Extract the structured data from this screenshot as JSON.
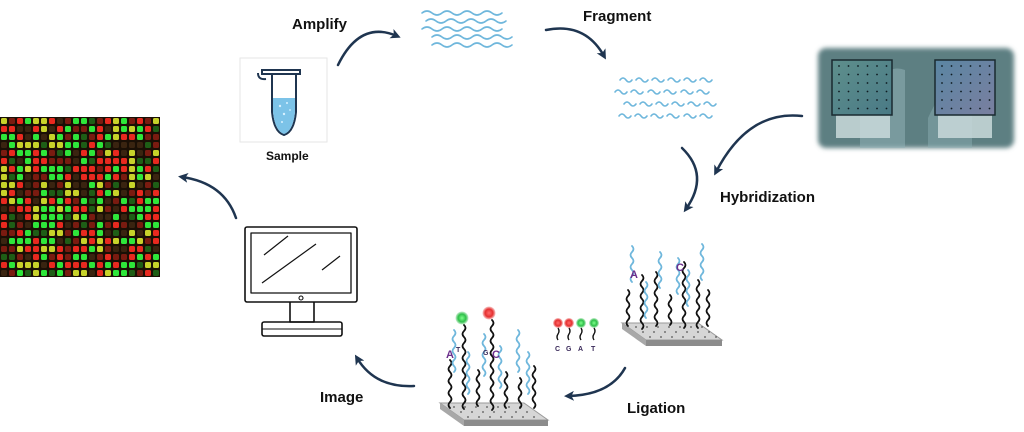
{
  "labels": {
    "amplify": "Amplify",
    "fragment": "Fragment",
    "hybridization": "Hybridization",
    "ligation": "Ligation",
    "image": "Image",
    "sample": "Sample"
  },
  "bases": {
    "slide_hyb_a": "A",
    "slide_hyb_c": "C",
    "probe_1": "C",
    "probe_2": "G",
    "probe_3": "A",
    "probe_4": "T",
    "slide_lig_a": "A",
    "slide_lig_t": "T",
    "slide_lig_g": "G",
    "slide_lig_c": "C"
  },
  "colors": {
    "arrow": "#1f3550",
    "wave": "#6fb7dc",
    "strand": "#111111",
    "base_label": "#6b2f8c",
    "dot_red": "#e53030",
    "dot_green": "#2fbf4a",
    "slide_top": "#d6d6d6",
    "slide_side": "#8c8c8c"
  }
}
